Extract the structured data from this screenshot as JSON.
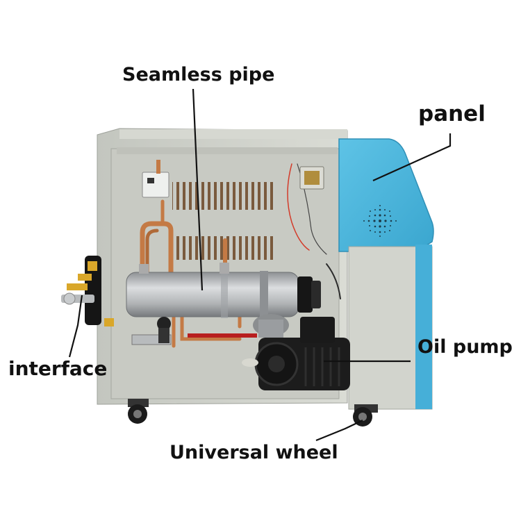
{
  "labels": {
    "seamless_pipe": "Seamless pipe",
    "panel": "panel",
    "oil_pump": "Oil pump",
    "interface": "interface",
    "universal_wheel": "Universal wheel"
  },
  "colors": {
    "cabinet": "#cfd2cb",
    "cabinet_interior": "#c9cbc5",
    "panel_blue": "#49b7dd",
    "pipe_metal": "#b7b9bb",
    "copper": "#c47a45",
    "pump_black": "#1c1c1c",
    "valve_brass": "#d9a72a"
  }
}
